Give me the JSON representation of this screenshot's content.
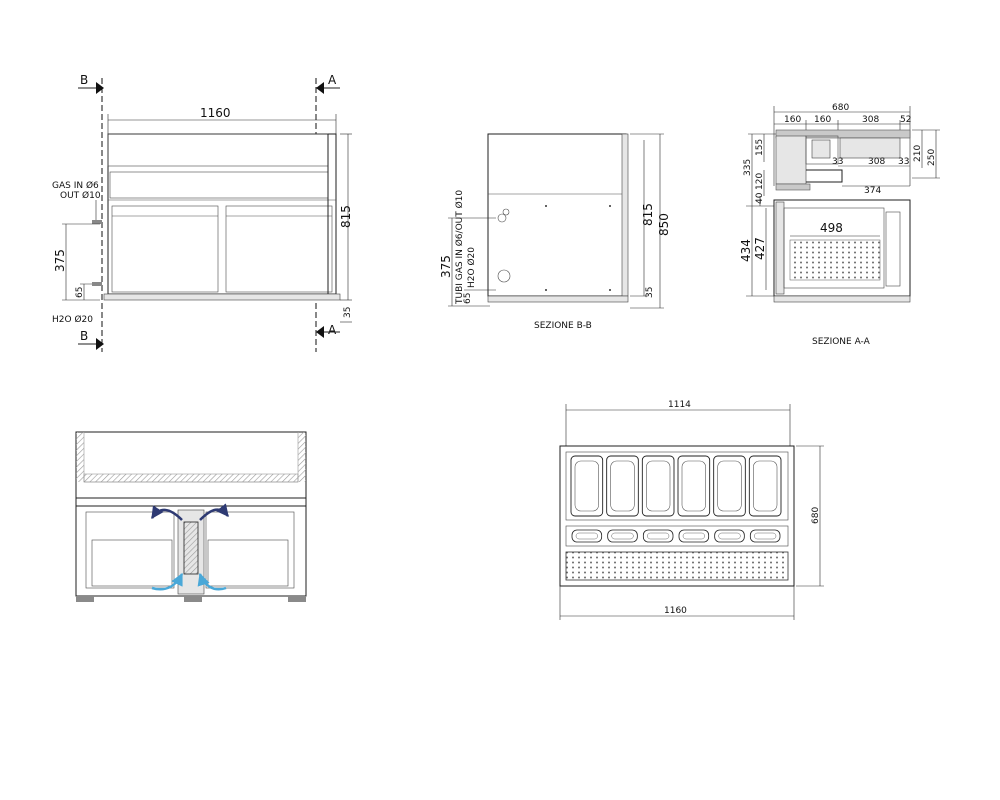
{
  "colors": {
    "line": "#1f1f1f",
    "hatch": "#9a9a9a",
    "arrow_dark": "#2e3a73",
    "arrow_light": "#4aa8d8"
  },
  "front": {
    "section_b_label": "B",
    "section_a_label": "A",
    "width_dim": "1160",
    "height_dim": "815",
    "foot_dim": "35",
    "inlet_height_dim": "375",
    "drain_height_dim": "65",
    "gas_label_1": "GAS IN Ø6",
    "gas_label_2": "OUT Ø10",
    "water_label": "H2O Ø20"
  },
  "section_bb": {
    "title": "SEZIONE B-B",
    "dim_815": "815",
    "dim_850": "850",
    "dim_35": "35",
    "dim_375": "375",
    "dim_65": "65",
    "pipe_label_1": "TUBI GAS IN Ø6/OUT Ø10",
    "pipe_label_2": "H2O Ø20"
  },
  "section_aa": {
    "title": "SEZIONE A-A",
    "top_dims": [
      "680",
      "160",
      "160",
      "308",
      "52"
    ],
    "inner_dims": [
      "33",
      "308",
      "33"
    ],
    "dim_374": "374",
    "dim_498": "498",
    "left_dims": [
      "155",
      "335",
      "120",
      "40",
      "434",
      "427"
    ],
    "right_dims": [
      "210",
      "250"
    ]
  },
  "plan": {
    "top_dim": "1114",
    "bottom_dim": "1160",
    "side_dim": "680",
    "pan_count": 6
  }
}
